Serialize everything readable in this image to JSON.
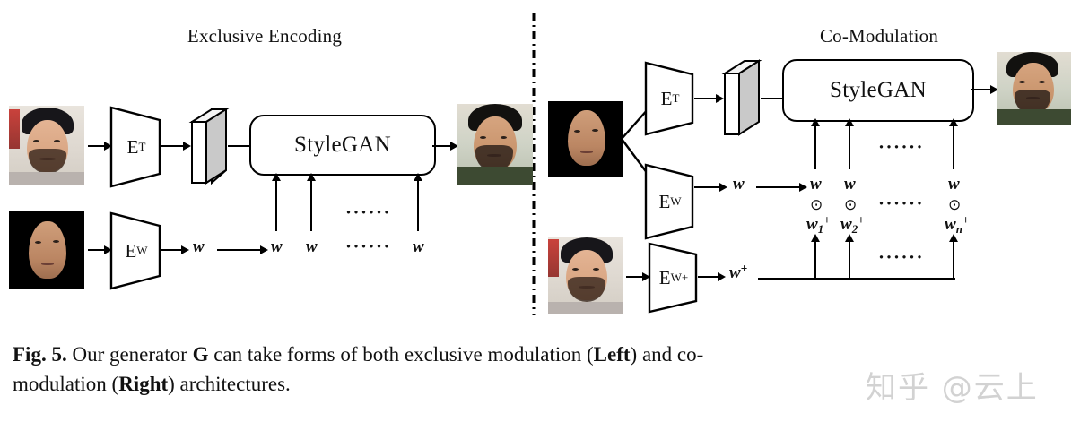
{
  "figure": {
    "left_panel_title": "Exclusive Encoding",
    "right_panel_title": "Co-Modulation",
    "gan_label_left": "StyleGAN",
    "gan_label_right": "StyleGAN",
    "dots": "······",
    "odot": "⊙"
  },
  "left_panel": {
    "encoders": [
      {
        "name": "encoder-et",
        "base": "E",
        "sub": "T"
      },
      {
        "name": "encoder-ew",
        "base": "E",
        "sub": "W"
      }
    ],
    "tensor_label": "feature-tensor",
    "w_from_encoder": "w",
    "w_modulations": [
      "w",
      "w",
      "w"
    ],
    "input_images": [
      "input-texture-face",
      "input-shape-face"
    ],
    "output_image": "generated-face"
  },
  "right_panel": {
    "encoders": [
      {
        "name": "encoder-et",
        "base": "E",
        "sub": "T"
      },
      {
        "name": "encoder-ew",
        "base": "E",
        "sub": "W"
      },
      {
        "name": "encoder-ewplus",
        "base": "E",
        "sub": "W+"
      }
    ],
    "tensor_label": "feature-tensor",
    "w_from_encoder": "w",
    "wplus_from_encoder": "w",
    "wplus_sup": "+",
    "modulation_columns": [
      {
        "w": "w",
        "op": "⊙",
        "wplus": "w",
        "wplus_sub": "1",
        "wplus_sup": "+"
      },
      {
        "w": "w",
        "op": "⊙",
        "wplus": "w",
        "wplus_sub": "2",
        "wplus_sup": "+"
      },
      {
        "w": "w",
        "op": "⊙",
        "wplus": "w",
        "wplus_sub": "n",
        "wplus_sup": "+"
      }
    ],
    "input_images": [
      "input-shape-face",
      "input-texture-face"
    ],
    "output_image": "generated-face"
  },
  "caption": {
    "prefix": "Fig. 5.",
    "line1_a": " Our generator ",
    "bold_g": "G",
    "line1_b": " can take forms of both exclusive modulation (",
    "bold_left": "Left",
    "line1_c": ") and co-",
    "line2_a": "modulation (",
    "bold_right": "Right",
    "line2_b": ") architectures."
  },
  "watermark": {
    "text": "知乎 @云上"
  },
  "colors": {
    "ink": "#111111",
    "line": "#000000",
    "tensor_face": "#ffffff",
    "tensor_side": "#b9b9b9",
    "tensor_top": "#f2f2f2",
    "watermark": "#d2d2d2"
  }
}
